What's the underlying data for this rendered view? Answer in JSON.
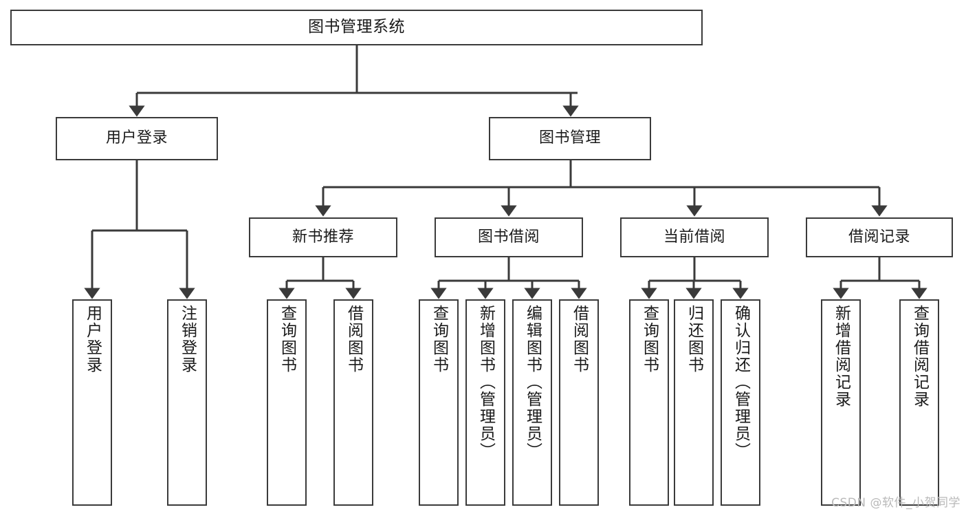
{
  "diagram": {
    "title": "图书管理系统",
    "type": "tree",
    "orientation": "top-down",
    "line_color": "#3a3a3a",
    "box_fill": "#ffffff",
    "text_color": "#1a1a1a"
  },
  "nodes": {
    "root": {
      "label": "图书管理系统",
      "level": 0
    },
    "level1": [
      {
        "id": "user-login",
        "label": "用户登录"
      },
      {
        "id": "book-management",
        "label": "图书管理"
      }
    ],
    "level2": [
      {
        "id": "new-book-recommend",
        "label": "新书推荐",
        "parent": "book-management"
      },
      {
        "id": "book-borrow",
        "label": "图书借阅",
        "parent": "book-management"
      },
      {
        "id": "current-borrow",
        "label": "当前借阅",
        "parent": "book-management"
      },
      {
        "id": "borrow-record",
        "label": "借阅记录",
        "parent": "book-management"
      }
    ],
    "leaves": [
      {
        "id": "leaf-user-login",
        "label": "用户登录",
        "parent": "user-login"
      },
      {
        "id": "leaf-logout-login",
        "label": "注销登录",
        "parent": "user-login"
      },
      {
        "id": "leaf-query-book-1",
        "label": "查询图书",
        "parent": "new-book-recommend"
      },
      {
        "id": "leaf-borrow-book-1",
        "label": "借阅图书",
        "parent": "new-book-recommend"
      },
      {
        "id": "leaf-query-book-2",
        "label": "查询图书",
        "parent": "book-borrow"
      },
      {
        "id": "leaf-add-book",
        "label": "新增图书（管理员）",
        "parent": "book-borrow"
      },
      {
        "id": "leaf-edit-book",
        "label": "编辑图书（管理员）",
        "parent": "book-borrow"
      },
      {
        "id": "leaf-borrow-book-2",
        "label": "借阅图书",
        "parent": "book-borrow"
      },
      {
        "id": "leaf-query-book-3",
        "label": "查询图书",
        "parent": "current-borrow"
      },
      {
        "id": "leaf-return-book",
        "label": "归还图书",
        "parent": "current-borrow"
      },
      {
        "id": "leaf-confirm-return",
        "label": "确认归还（管理员）",
        "parent": "current-borrow"
      },
      {
        "id": "leaf-add-record",
        "label": "新增借阅记录",
        "parent": "borrow-record"
      },
      {
        "id": "leaf-query-record",
        "label": "查询借阅记录",
        "parent": "borrow-record"
      }
    ]
  },
  "watermark": {
    "text": "CSDN @软件_小贺同学"
  }
}
